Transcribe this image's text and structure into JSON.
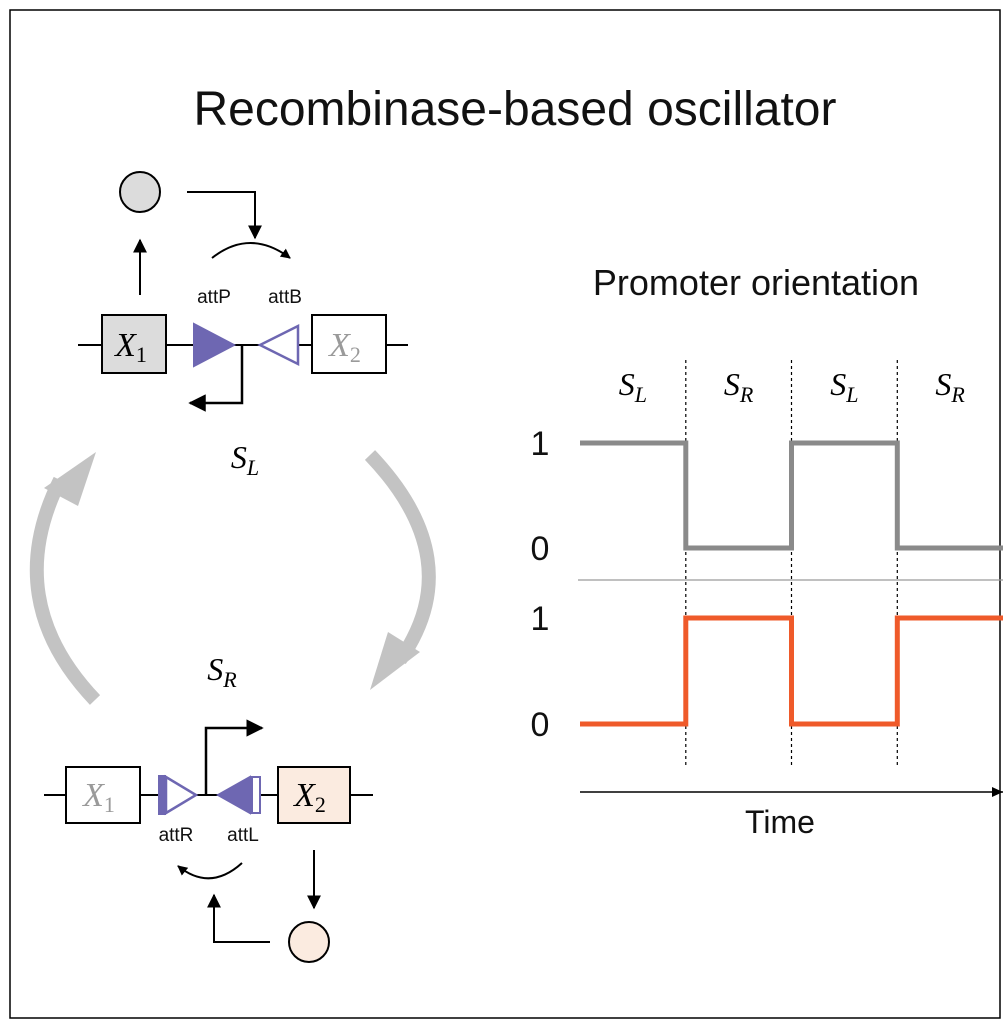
{
  "title": "Recombinase-based oscillator",
  "genes": {
    "x1": "X",
    "x2": "X",
    "x1_sub": "1",
    "x2_sub": "2"
  },
  "sites": {
    "attP": "attP",
    "attB": "attB",
    "attR": "attR",
    "attL": "attL"
  },
  "states": {
    "left": {
      "main": "S",
      "sub": "L"
    },
    "right": {
      "main": "S",
      "sub": "R"
    }
  },
  "colors": {
    "x1_fill": "#dcdcdc",
    "x2_fill": "#fbebe0",
    "site_blue": "#6e67b2",
    "cycle_arrow": "#c3c3c3",
    "trace_top": "#8a8a8a",
    "trace_bottom": "#ef5a2a"
  },
  "chart_data": {
    "type": "line",
    "title": "Promoter orientation",
    "xlabel": "Time",
    "ylabel": "",
    "phase_labels": [
      {
        "main": "S",
        "sub": "L"
      },
      {
        "main": "S",
        "sub": "R"
      },
      {
        "main": "S",
        "sub": "L"
      },
      {
        "main": "S",
        "sub": "R"
      }
    ],
    "ytick_labels": [
      "1",
      "0",
      "1",
      "0"
    ],
    "x": [
      0,
      1,
      2,
      3,
      4
    ],
    "series": [
      {
        "values": [
          1,
          0,
          1,
          0
        ],
        "color": "#8a8a8a"
      },
      {
        "values": [
          0,
          1,
          0,
          1
        ],
        "color": "#ef5a2a"
      }
    ],
    "ylim": [
      0,
      1
    ],
    "xlim": [
      0,
      4
    ]
  }
}
